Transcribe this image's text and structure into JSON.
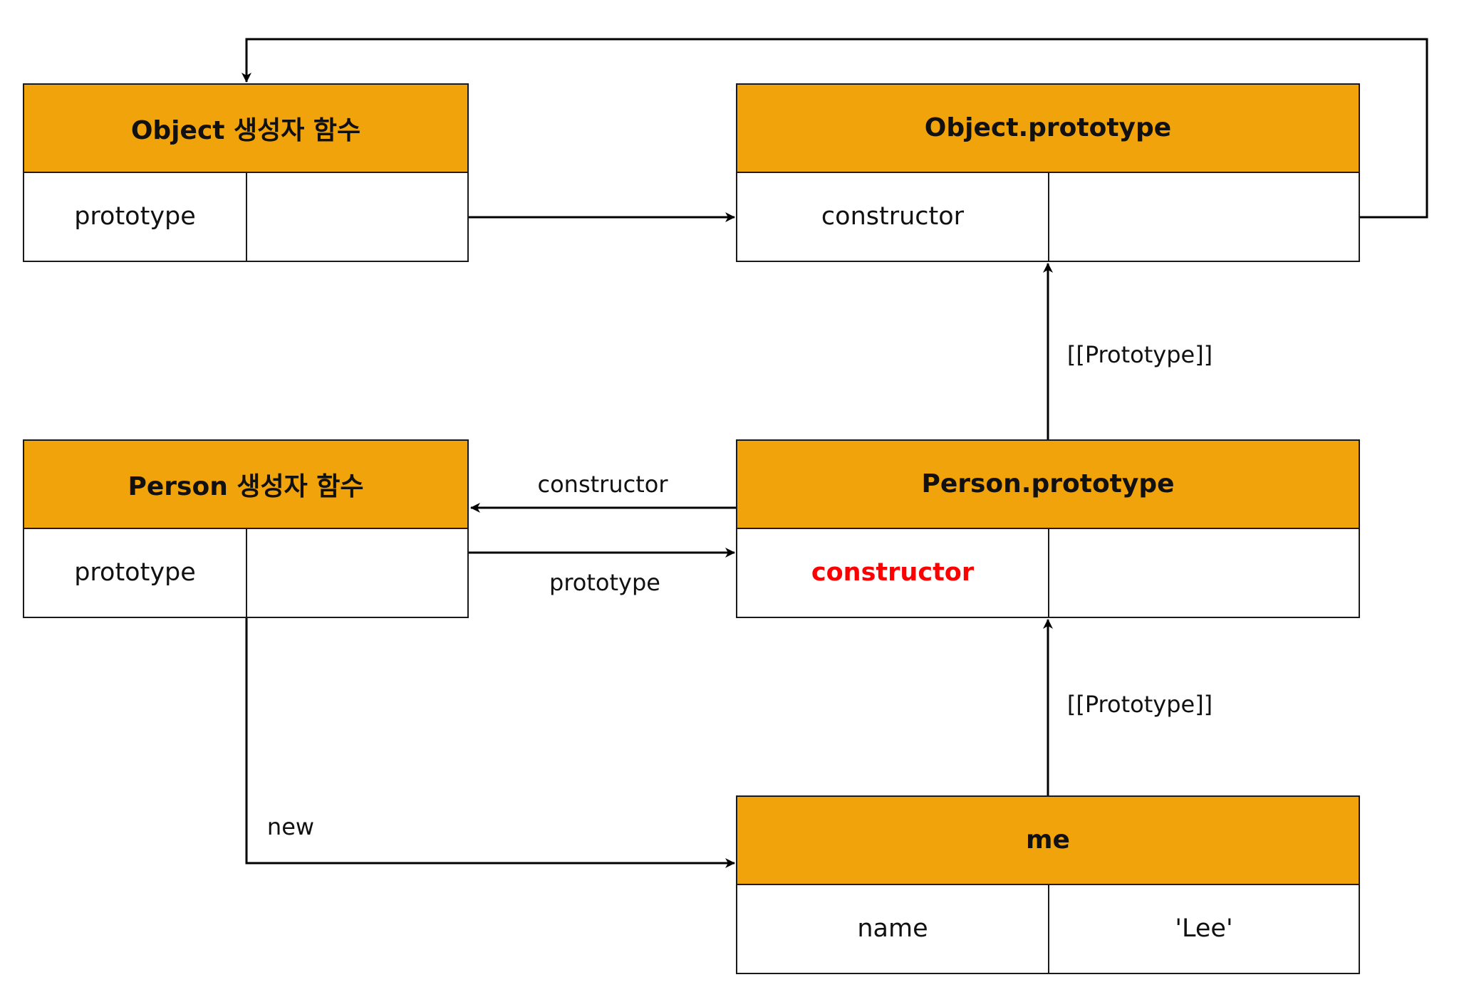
{
  "nodes": {
    "object_constructor": {
      "title": "Object 생성자 함수",
      "key": "prototype",
      "value": ""
    },
    "object_prototype": {
      "title": "Object.prototype",
      "key": "constructor",
      "value": ""
    },
    "person_constructor": {
      "title": "Person 생성자 함수",
      "key": "prototype",
      "value": ""
    },
    "person_prototype": {
      "title": "Person.prototype",
      "key": "constructor",
      "value": "",
      "key_color": "#ff0000"
    },
    "me": {
      "title": "me",
      "key": "name",
      "value": "'Lee'"
    }
  },
  "edges": {
    "object_ctor_prototype": {
      "label": ""
    },
    "object_proto_constructor": {
      "label": ""
    },
    "person_proto_to_object_proto": {
      "label": "[[Prototype]]"
    },
    "person_proto_constructor": {
      "label": "constructor"
    },
    "person_ctor_prototype": {
      "label": "prototype"
    },
    "me_to_person_proto": {
      "label": "[[Prototype]]"
    },
    "person_ctor_new": {
      "label": "new"
    }
  },
  "colors": {
    "header_fill": "#f0a30a",
    "border": "#1a1a1a",
    "highlight_text": "#ff0000",
    "background": "#ffffff"
  }
}
